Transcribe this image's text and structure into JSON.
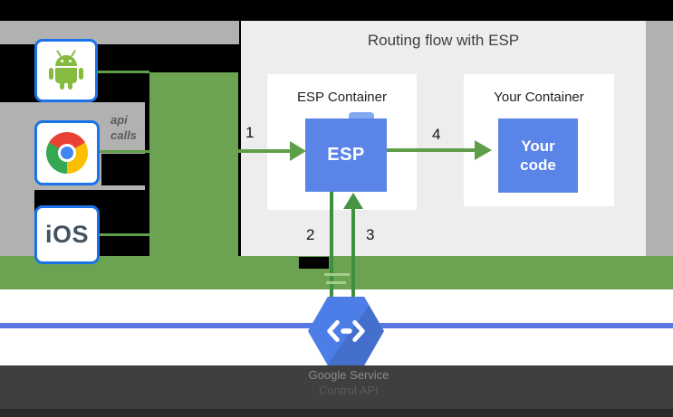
{
  "diagram": {
    "title": "Routing flow with ESP",
    "clients": {
      "api_calls_line1": "api",
      "api_calls_line2": "calls",
      "ios_label": "iOS"
    },
    "esp_container": {
      "title": "ESP Container",
      "box_label": "ESP"
    },
    "your_container": {
      "title": "Your Container",
      "box_label_line1": "Your",
      "box_label_line2": "code"
    },
    "steps": {
      "s1": "1",
      "s2": "2",
      "s3": "3",
      "s4": "4"
    },
    "footer": {
      "line1": "Google Service",
      "line2": "Control API"
    },
    "icons": {
      "android": "android-robot-icon",
      "chrome": "chrome-browser-icon",
      "endpoints": "cloud-endpoints-hexagon-icon"
    },
    "colors": {
      "green_band": "#6BA353",
      "arrow_green": "#5F9E49",
      "dark_arrow_green": "#3F8F41",
      "box_blue": "#5B84E8",
      "hexagon_blue": "#4D7EE8",
      "rule_blue": "#5A78E3",
      "border_blue": "#1A73E8",
      "panel_gray": "#EDEDED",
      "band_gray": "#B1B1B1",
      "footer_gray": "#3F3F3F"
    }
  }
}
